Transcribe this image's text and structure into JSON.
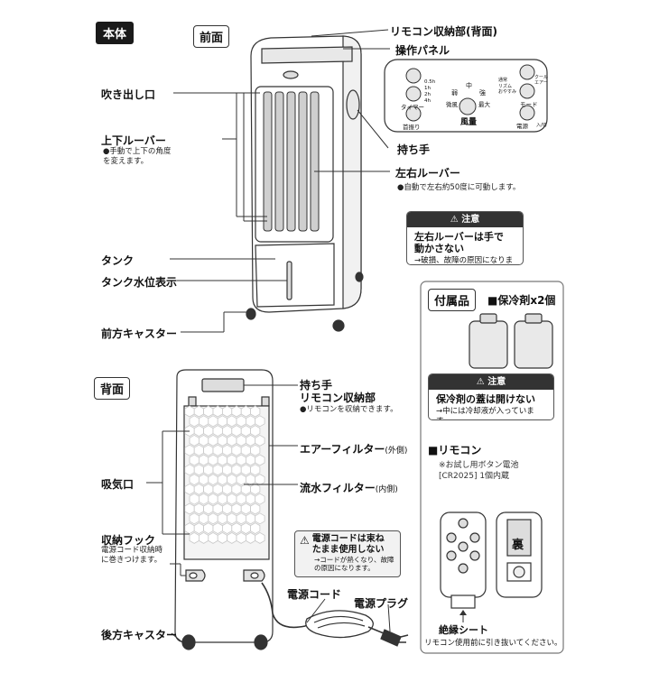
{
  "sections": {
    "main_body": "本体",
    "front": "前面",
    "back": "背面",
    "accessories": "付属品"
  },
  "front_labels": {
    "remote_storage_back": "リモコン収納部(背面)",
    "control_panel": "操作パネル",
    "outlet": "吹き出し口",
    "vertical_louver": "上下ルーバー",
    "vertical_louver_note": "●手動で上下の角度\nを変えます。",
    "handle": "持ち手",
    "horizontal_louver": "左右ルーバー",
    "horizontal_louver_note": "●自動で左右約50度に可動します。",
    "tank": "タンク",
    "tank_level": "タンク水位表示",
    "front_caster": "前方キャスター"
  },
  "control_panel": {
    "timer_options": [
      "0.5h",
      "1h",
      "2h",
      "4h"
    ],
    "timer": "タイマー",
    "swing": "首振り",
    "weak": "弱",
    "medium": "中",
    "strong": "強",
    "breeze": "微風",
    "max": "最大",
    "wind_volume": "風量",
    "power": "電源",
    "mode": "モード",
    "mode_options": [
      "通常",
      "リズム",
      "おやすみ"
    ],
    "cool_air": "クール\nエアー",
    "on_off": "入/切"
  },
  "caution_louver": {
    "header": "注意",
    "title": "左右ルーバーは手で\n動かさない",
    "text": "→破損、故障の原因になります。"
  },
  "accessories_box": {
    "ice_pack_label": "■保冷剤x2個",
    "caution_header": "注意",
    "caution_title": "保冷剤の蓋は開けない",
    "caution_text": "→中には冷却液が入っています。",
    "remote_label": "■リモコン",
    "battery_note": "※お試し用ボタン電池\n[CR2025] 1個内蔵",
    "back_mark": "裏",
    "insulation_sheet": "絶縁シート",
    "pull_note": "リモコン使用前に引き抜いてください。"
  },
  "back_labels": {
    "handle_remote": "持ち手\nリモコン収納部",
    "handle_remote_note": "●リモコンを収納できます。",
    "intake": "吸気口",
    "air_filter": "エアーフィルター",
    "air_filter_sub": "(外側)",
    "water_filter": "流水フィルター",
    "water_filter_sub": "(内側)",
    "storage_hook": "収納フック",
    "storage_hook_note": "電源コード収納時\nに巻きつけます。",
    "power_cord": "電源コード",
    "power_plug": "電源プラグ",
    "rear_caster": "後方キャスター"
  },
  "caution_cord": {
    "title": "電源コードは束ね\nたまま使用しない",
    "text": "→コードが熱くなり、故障\nの原因になります。"
  }
}
